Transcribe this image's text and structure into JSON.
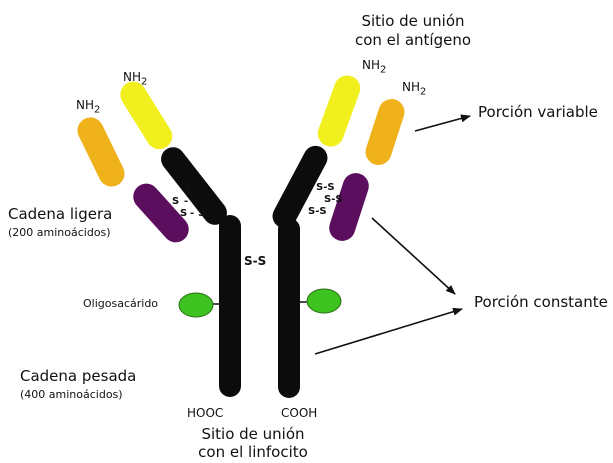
{
  "labels": {
    "antigen_site": [
      "Sitio de unión",
      "con el antígeno"
    ],
    "lymphocyte_site": [
      "Sitio de unión",
      "con el linfocito"
    ],
    "variable": "Porción variable",
    "constant": "Porción constante",
    "light_chain": "Cadena ligera",
    "light_chain_count": "(200 aminoácidos)",
    "heavy_chain": "Cadena pesada",
    "heavy_chain_count": "(400 aminoácidos)",
    "oligosaccharide": "Oligosacárido",
    "nh2": "NH",
    "nh2_sub": "2",
    "hooc": "HOOC",
    "cooh": "COOH",
    "disulfide": "S-S",
    "s": "S",
    "dash": "-"
  },
  "colors": {
    "heavy_constant": "#0c0c0c",
    "heavy_variable": "#f2ef1e",
    "light_variable": "#f0b21b",
    "light_constant": "#5b0d5e",
    "oligosaccharide": "#3ec21f",
    "outline": "#111111"
  }
}
